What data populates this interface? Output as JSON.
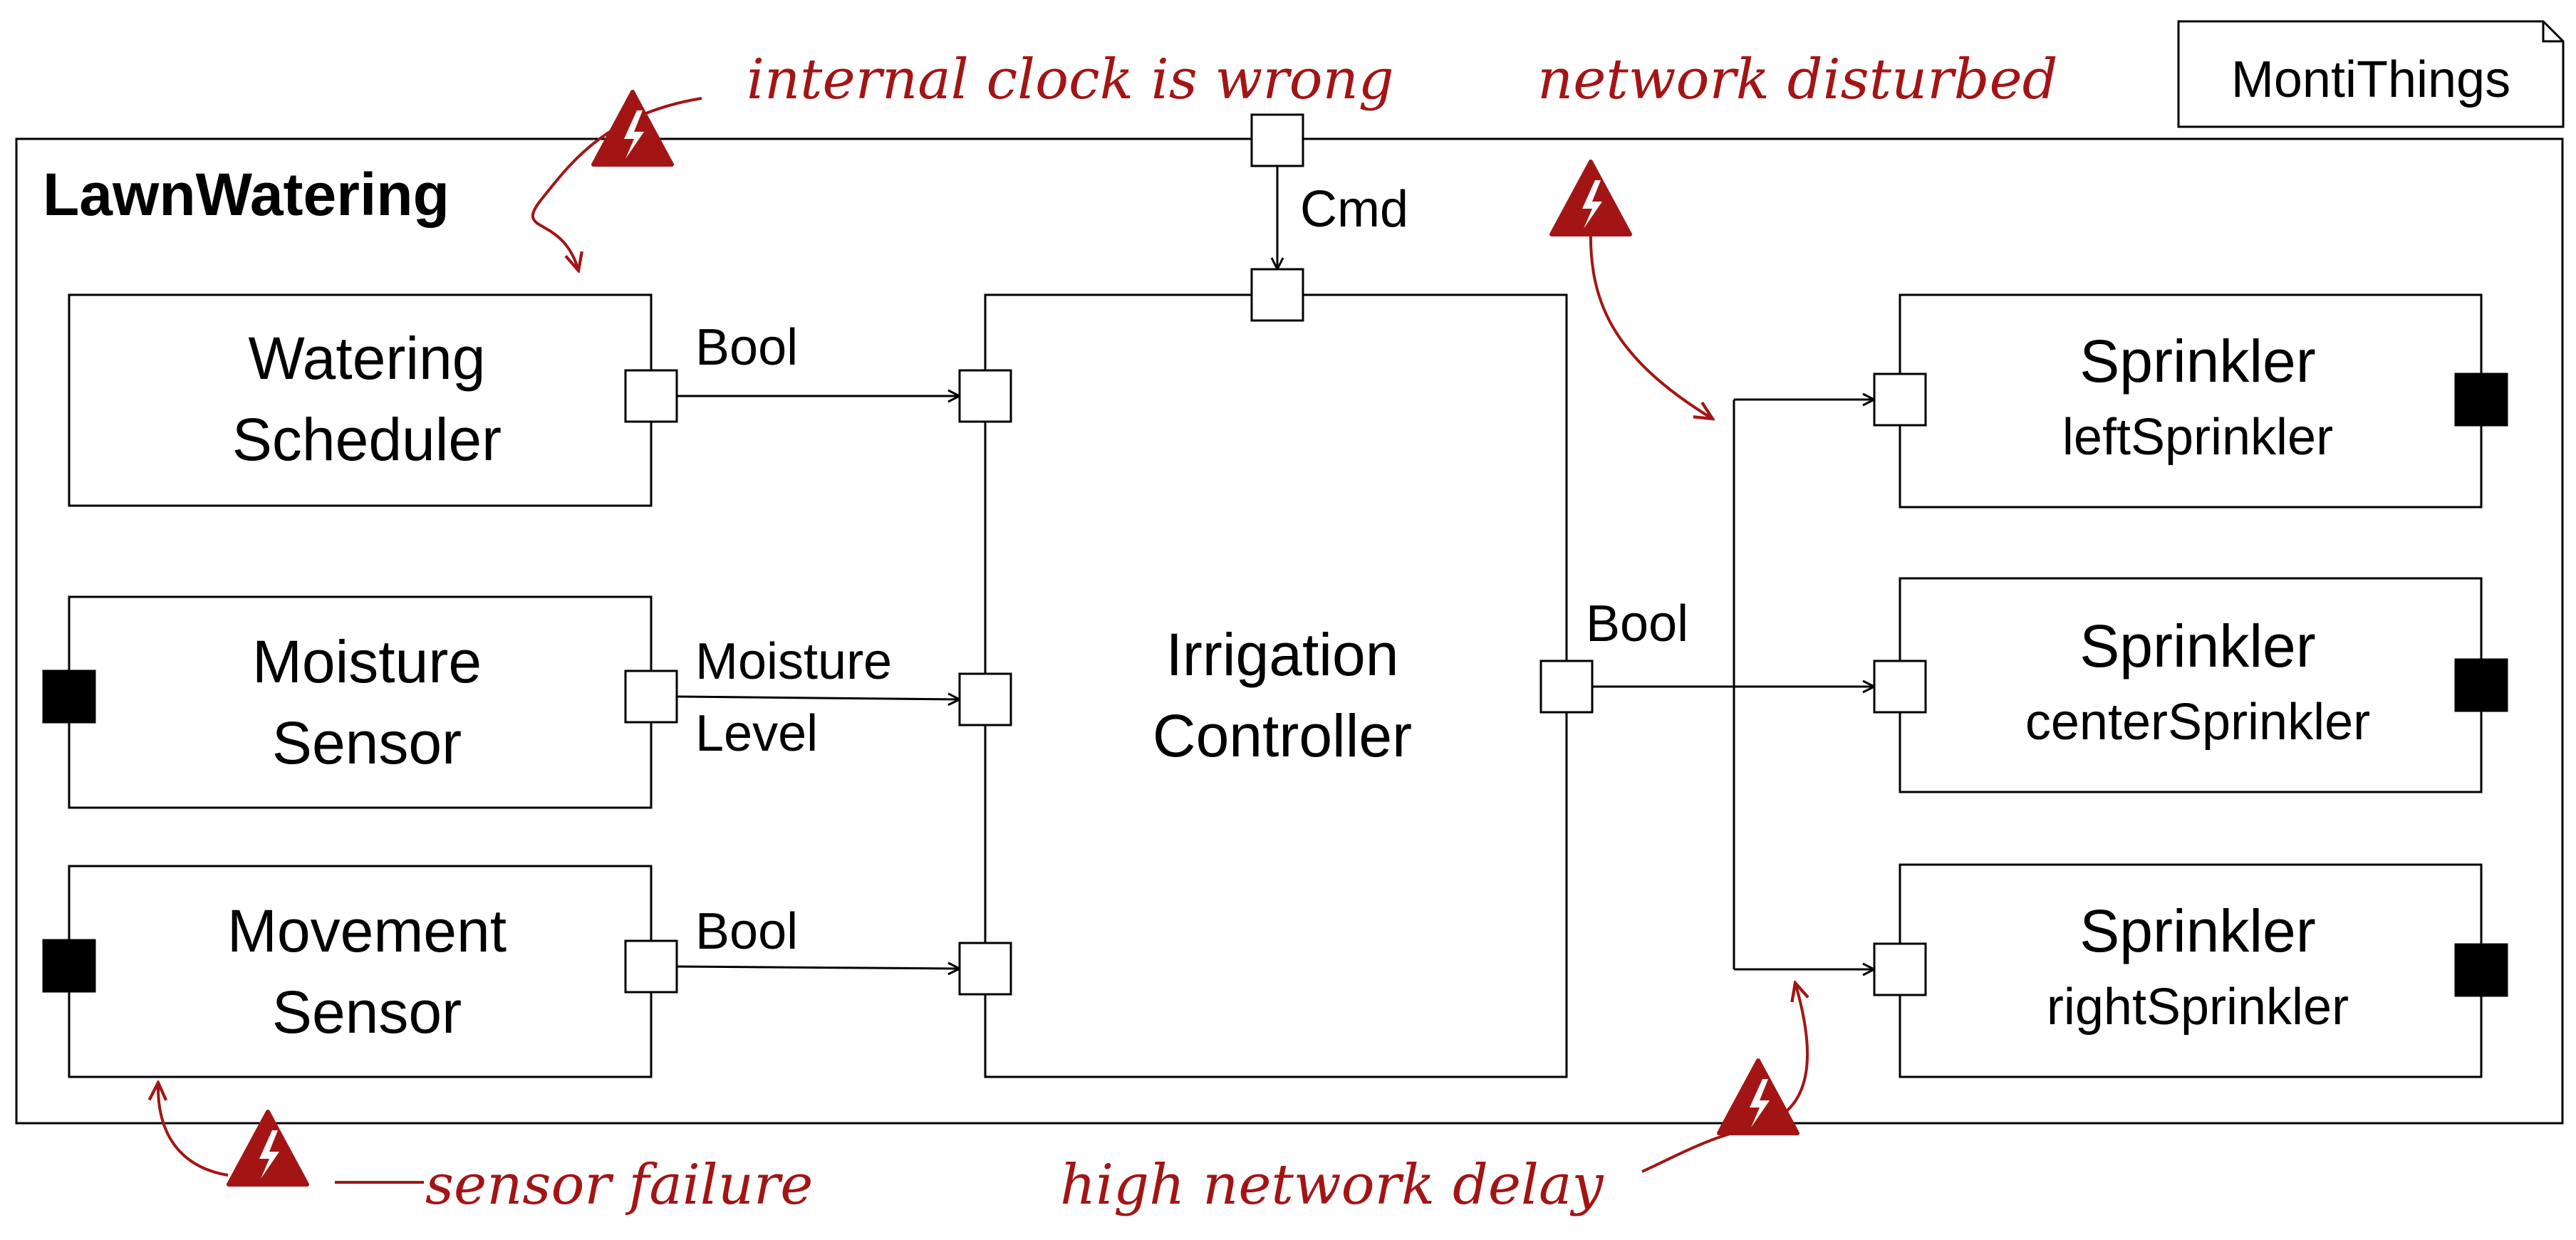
{
  "tag": "MontiThings",
  "container": {
    "title": "LawnWatering"
  },
  "components": {
    "watering_scheduler": {
      "line1": "Watering",
      "line2": "Scheduler"
    },
    "moisture_sensor": {
      "line1": "Moisture",
      "line2": "Sensor"
    },
    "movement_sensor": {
      "line1": "Movement",
      "line2": "Sensor"
    },
    "irrigation_controller": {
      "line1": "Irrigation",
      "line2": "Controller"
    },
    "sprinkler_left": {
      "line1": "Sprinkler",
      "line2": "leftSprinkler"
    },
    "sprinkler_center": {
      "line1": "Sprinkler",
      "line2": "centerSprinkler"
    },
    "sprinkler_right": {
      "line1": "Sprinkler",
      "line2": "rightSprinkler"
    }
  },
  "connectors": {
    "cmd": "Cmd",
    "scheduler_out": "Bool",
    "moisture_out_line1": "Moisture",
    "moisture_out_line2": "Level",
    "movement_out": "Bool",
    "controller_out": "Bool"
  },
  "faults": {
    "clock": "internal clock is wrong",
    "network_disturbed": "network disturbed",
    "sensor_failure": "sensor failure",
    "network_delay": "high network delay"
  },
  "colors": {
    "fault": "#a31515",
    "ink": "#000000",
    "background": "#ffffff"
  },
  "icons": {
    "fault_marker": "lightning-warning-icon"
  }
}
